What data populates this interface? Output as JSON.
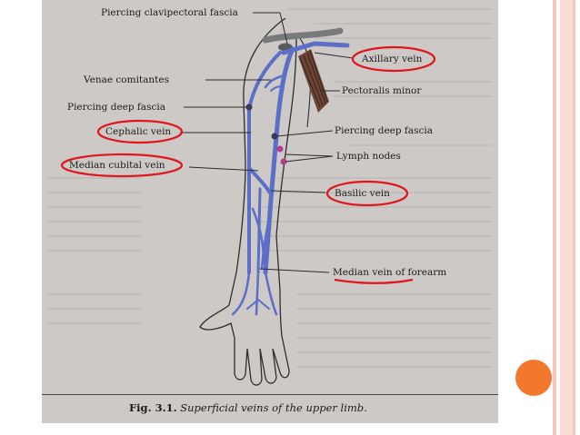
{
  "labels": {
    "piercing_clavipectoral": "Piercing clavipectoral fascia",
    "axillary_vein": "Axillary vein",
    "venae_comitantes": "Venae comitantes",
    "pectoralis_minor": "Pectoralis minor",
    "piercing_deep_fascia_left": "Piercing deep fascia",
    "cephalic_vein": "Cephalic vein",
    "piercing_deep_fascia_right": "Piercing deep fascia",
    "lymph_nodes": "Lymph nodes",
    "median_cubital_vein": "Median cubital vein",
    "basilic_vein": "Basilic vein",
    "median_vein_forearm": "Median vein of forearm"
  },
  "caption": {
    "fig": "Fig. 3.1.",
    "text": "Superficial veins of the upper limb."
  },
  "colors": {
    "vein": "#5b6fc8",
    "annotation_red": "#e0161c",
    "accent_orange": "#f4772e",
    "slide_border": "#f3c7bb"
  }
}
